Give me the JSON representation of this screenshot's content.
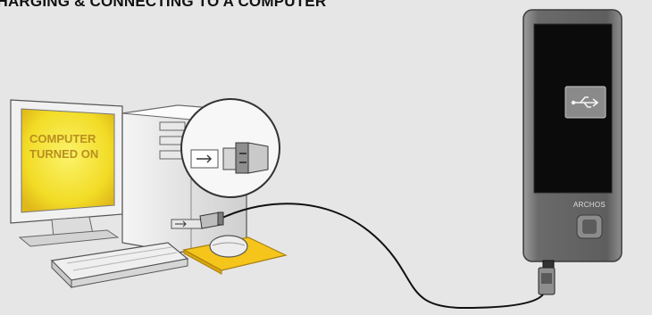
{
  "heading": "CHARGING & CONNECTING TO A COMPUTER",
  "computer": {
    "screen_line1": "COMPUTER",
    "screen_line2": "TURNED ON"
  },
  "player": {
    "brand": "ARCHOS",
    "screen_icon": "usb-icon"
  },
  "icons": [
    "usb-icon",
    "usb-plug-icon",
    "mouse-icon",
    "keyboard-icon",
    "zoom-callout-icon"
  ],
  "colors": {
    "background": "#e6e6e6",
    "monitor_screen": "#f3e12a",
    "mousepad": "#f6c51c",
    "player_body": "#6b6b6b",
    "player_screen": "#0b0b0b",
    "cable": "#111111"
  }
}
